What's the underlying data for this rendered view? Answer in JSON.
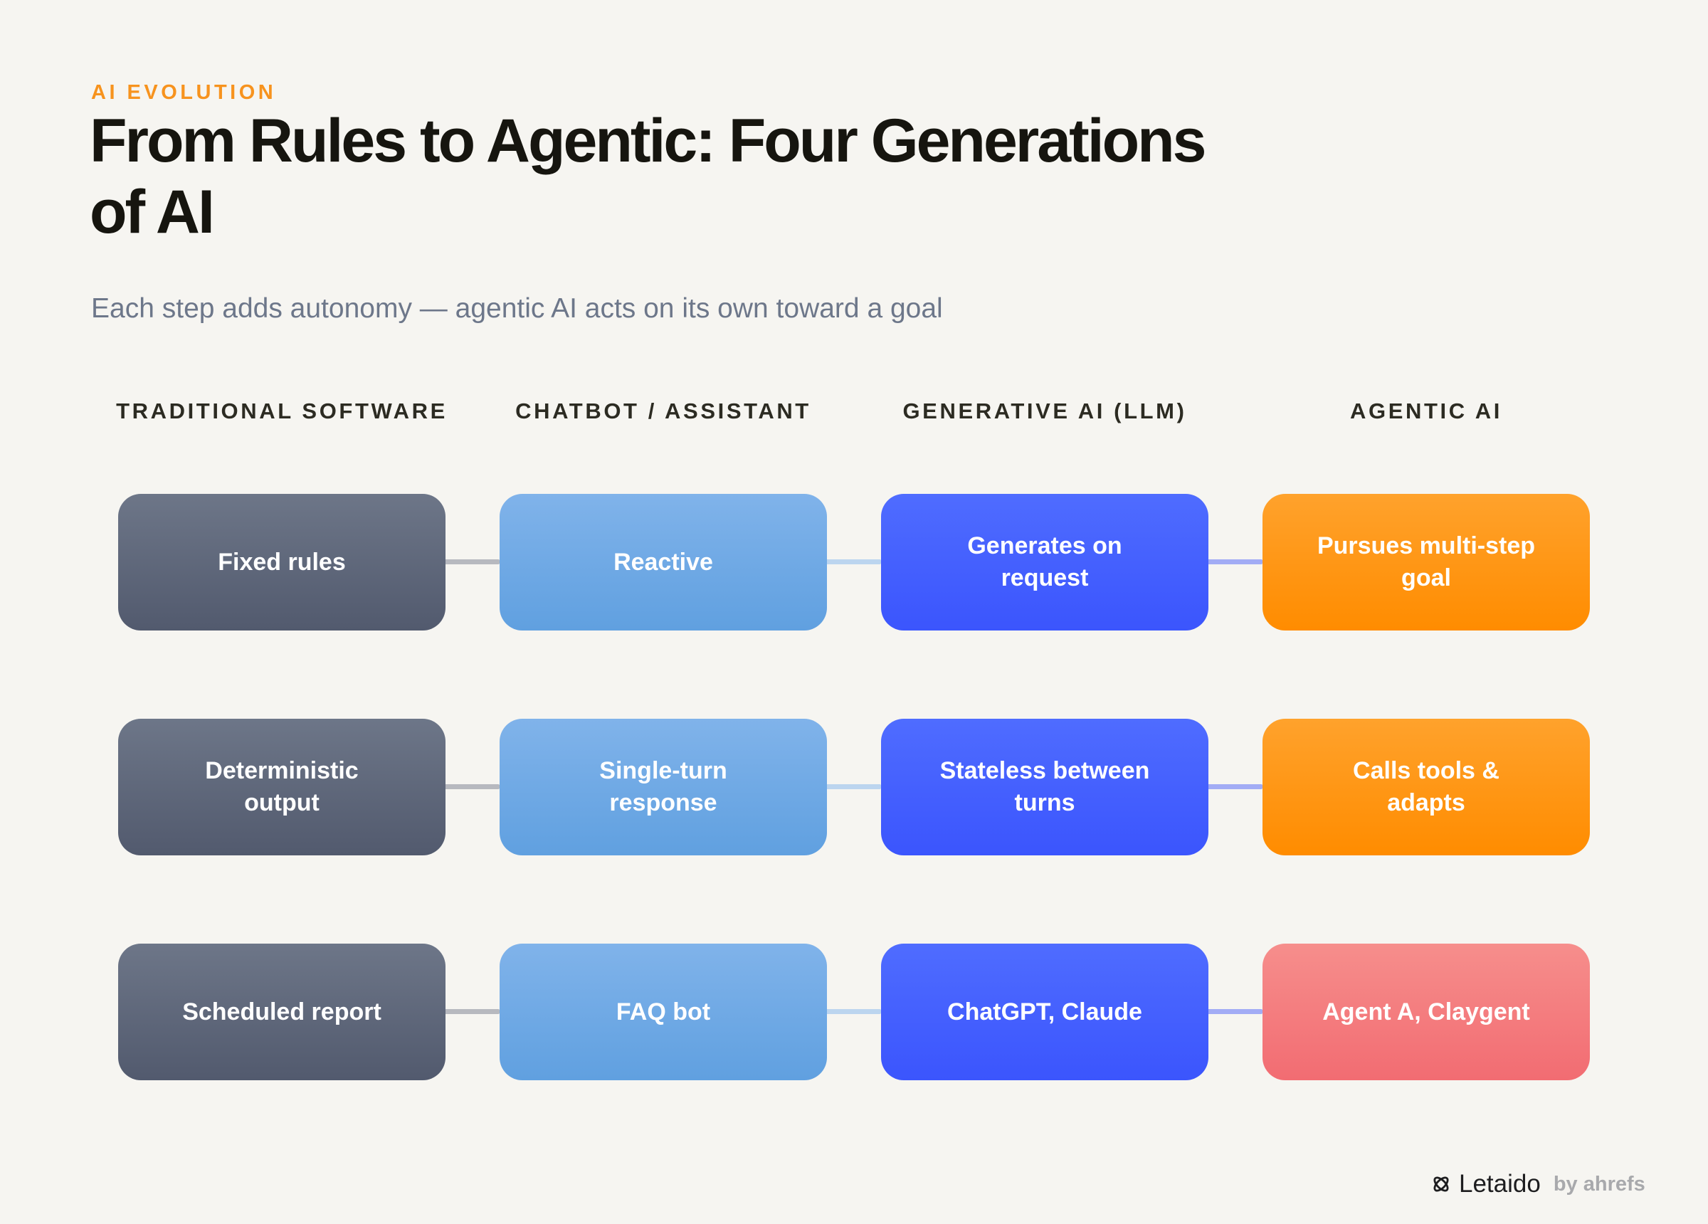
{
  "header": {
    "eyebrow": "AI EVOLUTION",
    "title": "From Rules to Agentic: Four Generations of AI",
    "subtitle": "Each step adds autonomy — agentic AI acts on its own toward a goal"
  },
  "columns": [
    {
      "label": "TRADITIONAL SOFTWARE",
      "color": "#5e6679"
    },
    {
      "label": "CHATBOT / ASSISTANT",
      "color": "#70aae6"
    },
    {
      "label": "GENERATIVE AI (LLM)",
      "color": "#4662fe"
    },
    {
      "label": "AGENTIC AI",
      "color": "#ff981a"
    }
  ],
  "rows": [
    [
      "Fixed rules",
      "Reactive",
      "Generates on request",
      "Pursues multi-step goal"
    ],
    [
      "Deterministic output",
      "Single-turn response",
      "Stateless between turns",
      "Calls tools & adapts"
    ],
    [
      "Scheduled report",
      "FAQ bot",
      "ChatGPT, Claude",
      "Agent A, Claygent"
    ]
  ],
  "highlight_color": "#f47b7f",
  "footer": {
    "brand": "Letaido",
    "by": "by ahrefs",
    "icon": "knot-logo-icon"
  }
}
